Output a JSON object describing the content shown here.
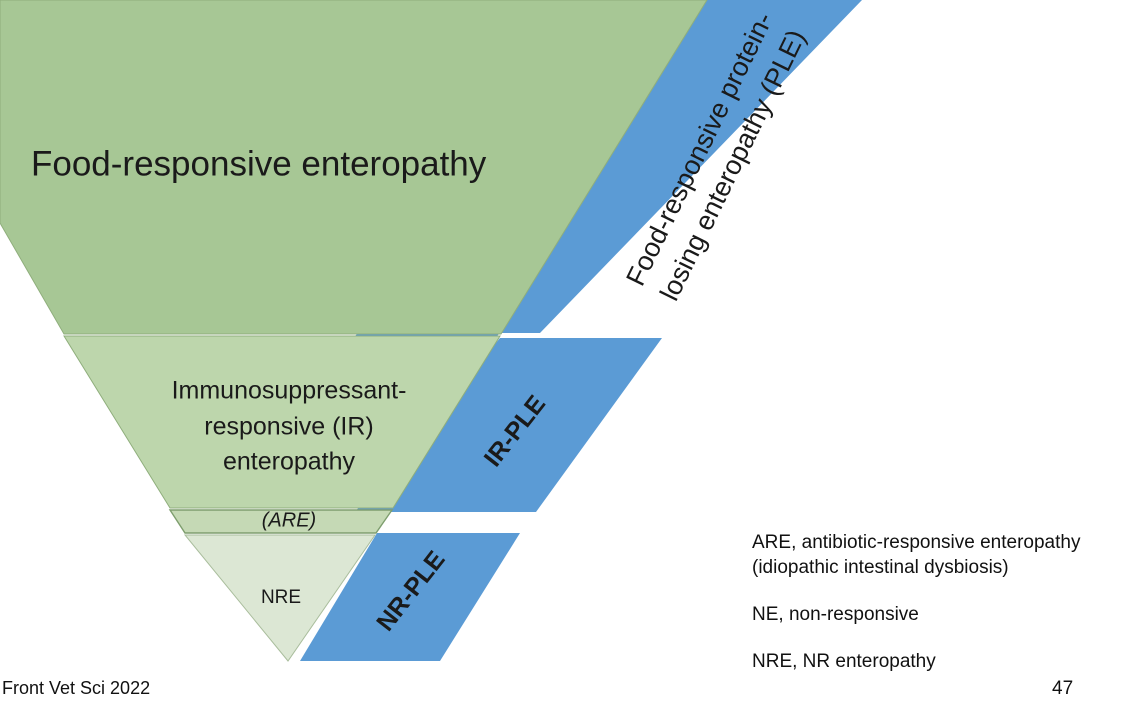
{
  "slide": {
    "source_citation": "Front Vet Sci 2022",
    "page_number": "47"
  },
  "diagram": {
    "type": "inverted-funnel-classification",
    "green_funnel": {
      "segments": [
        {
          "id": "fre",
          "label": "Food-responsive enteropathy",
          "fill": "#A7C795"
        },
        {
          "id": "ire",
          "label": "Immunosuppressant-\nresponsive (IR)\nenteropathy",
          "fill": "#BDD6AC"
        },
        {
          "id": "are",
          "label": "(ARE)",
          "fill": "#C5D9B5"
        },
        {
          "id": "nre",
          "label": "NRE",
          "fill": "#DCE7D4"
        }
      ]
    },
    "blue_bands": {
      "fill": "#5B9BD5",
      "items": [
        {
          "id": "fr-ple",
          "label_line1": "Food-responsive protein-",
          "label_line2": "losing enteropathy (PLE)"
        },
        {
          "id": "ir-ple",
          "label": "IR-PLE"
        },
        {
          "id": "nr-ple",
          "label": "NR-PLE"
        }
      ]
    }
  },
  "legend": {
    "entries": [
      "ARE, antibiotic-responsive enteropathy\n(idiopathic intestinal dysbiosis)",
      "NE, non-responsive",
      "NRE, NR enteropathy"
    ]
  },
  "colors": {
    "green_dark": "#A7C795",
    "green_mid": "#BDD6AC",
    "green_are": "#C5D9B5",
    "green_pale": "#DCE7D4",
    "blue": "#5B9BD5",
    "outline": "#7E9E6E",
    "text": "#1a1a1a",
    "background": "#ffffff"
  }
}
